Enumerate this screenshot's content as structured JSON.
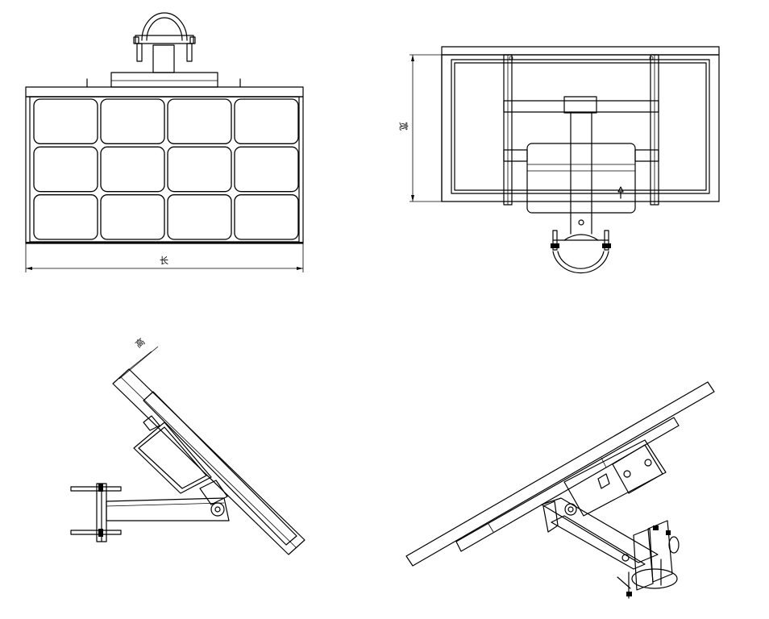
{
  "views": {
    "front": {
      "dimension_label": "长"
    },
    "top": {
      "dimension_label": "宽"
    },
    "side": {
      "dimension_label": "高"
    },
    "isometric": {}
  },
  "panel": {
    "rows": 3,
    "columns": 4
  }
}
